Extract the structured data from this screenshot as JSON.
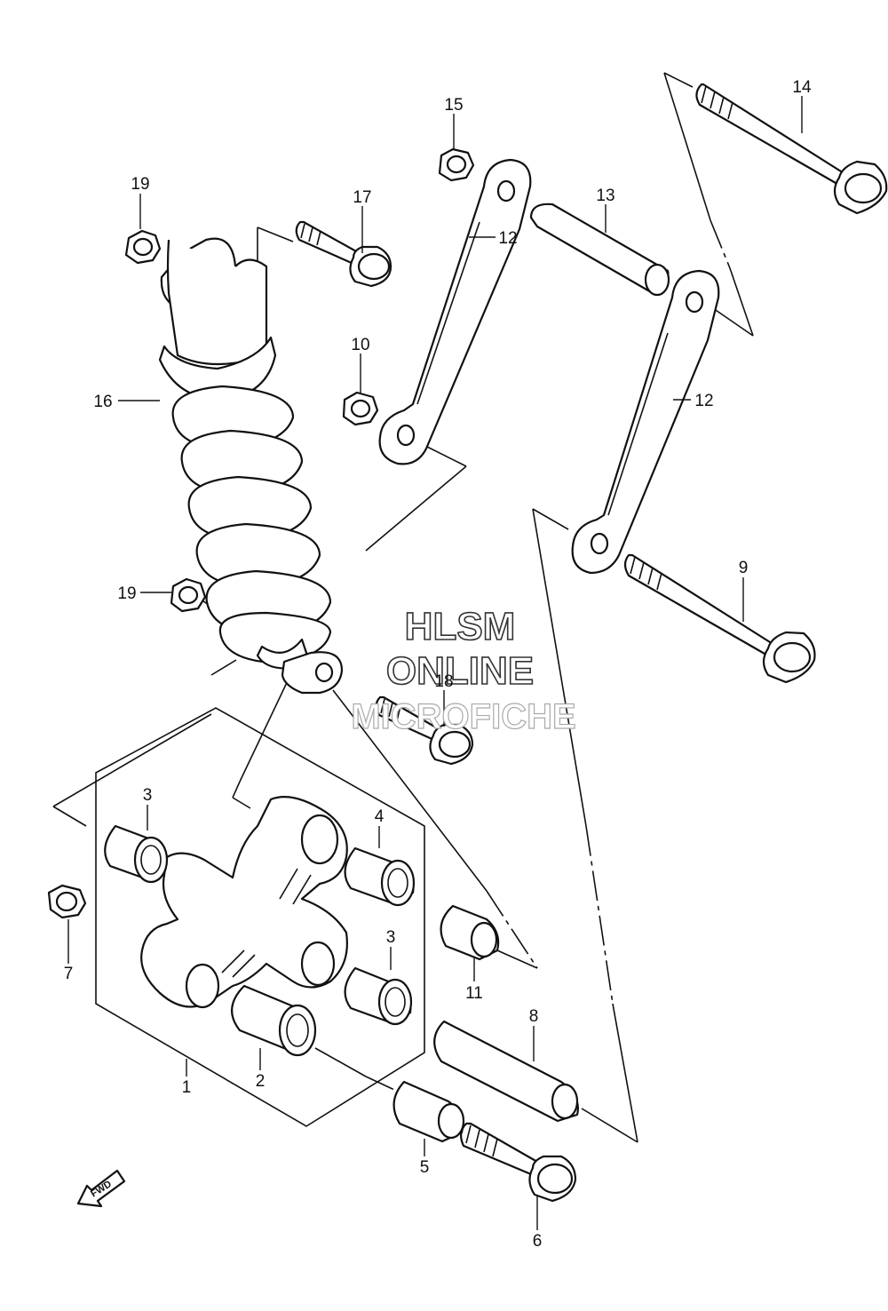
{
  "watermark": {
    "line1": "HLSM",
    "line2": "ONLINE",
    "line3": "MICROFICHE"
  },
  "fwd_label": "FWD",
  "callouts": {
    "c1": "1",
    "c2": "2",
    "c3a": "3",
    "c3b": "3",
    "c4": "4",
    "c5": "5",
    "c6": "6",
    "c7": "7",
    "c8": "8",
    "c9": "9",
    "c10": "10",
    "c11": "11",
    "c12a": "12",
    "c12b": "12",
    "c13": "13",
    "c14": "14",
    "c15": "15",
    "c16": "16",
    "c17": "17",
    "c18": "18",
    "c19a": "19",
    "c19b": "19"
  }
}
